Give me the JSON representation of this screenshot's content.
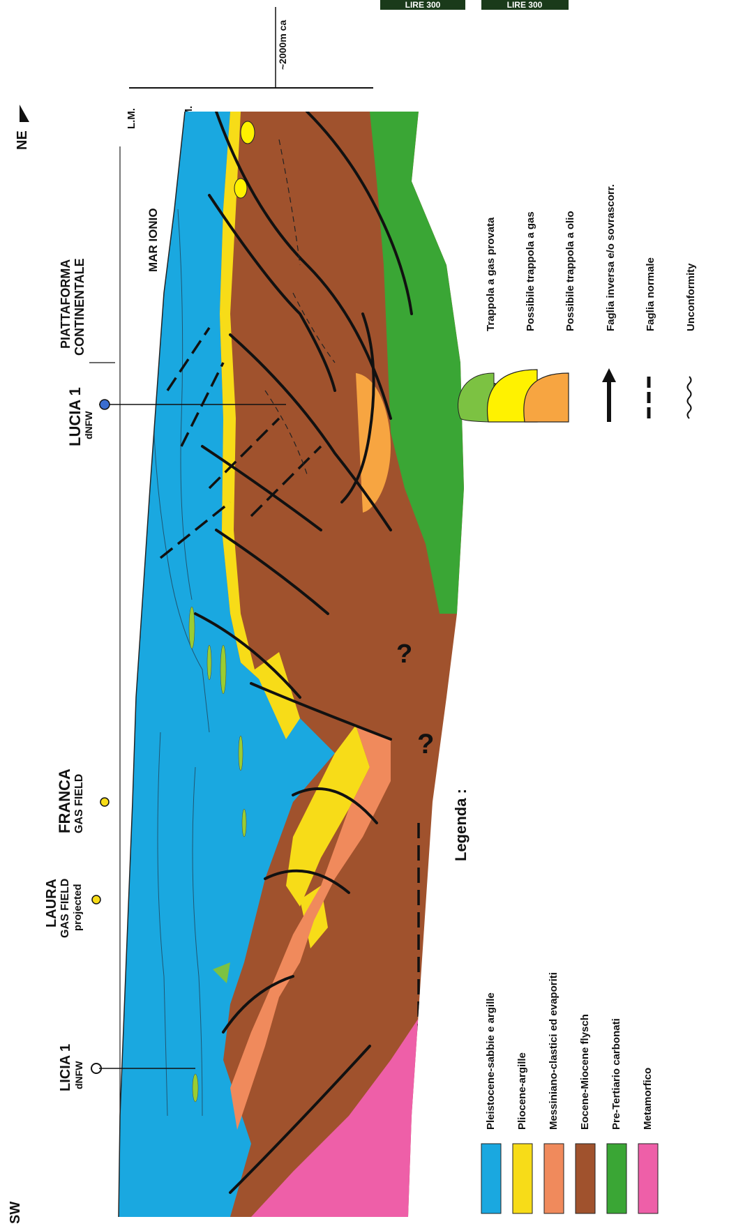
{
  "direction": {
    "sw": "SW",
    "ne": "NE"
  },
  "scale": {
    "label": "~2000m ca"
  },
  "levels": {
    "lm": "L.M.",
    "fm": "F.M."
  },
  "sea": {
    "label": "MAR IONIO"
  },
  "platform": {
    "line1": "PIATTAFORMA",
    "line2": "CONTINENTALE"
  },
  "wells": [
    {
      "name": "LICIA 1",
      "sub": "dNFW"
    },
    {
      "name": "LAURA",
      "sub": "GAS FIELD",
      "sub2": "projected"
    },
    {
      "name": "FRANCA",
      "sub": "GAS FIELD"
    },
    {
      "name": "LUCIA 1",
      "sub": "dNFW"
    }
  ],
  "stamps": [
    "LIRE 300",
    "LIRE 300"
  ],
  "question_marks": [
    "?",
    "?"
  ],
  "legend": {
    "title": "Legenda :",
    "units": [
      {
        "label": "Pleistocene-sabbie e argille",
        "color": "#1aa8e0"
      },
      {
        "label": "Pliocene-argille",
        "color": "#f7dc18"
      },
      {
        "label": "Messiniano-clastici ed evaporiti",
        "color": "#f08a5c"
      },
      {
        "label": "Eocene-Miocene flysch",
        "color": "#a0522d"
      },
      {
        "label": "Pre-Tertiario carbonati",
        "color": "#3aa635"
      },
      {
        "label": "Metamorfico",
        "color": "#ee5fa8"
      }
    ],
    "symbols": [
      {
        "label": "Trappola a gas provata",
        "icon": "green-trap-icon",
        "color": "#7cc242"
      },
      {
        "label": "Possibile trappola a gas",
        "icon": "yellow-trap-icon",
        "color": "#fff200"
      },
      {
        "label": "Possibile trappola a olio",
        "icon": "orange-trap-icon",
        "color": "#f7a541"
      },
      {
        "label": "Faglia inversa e/o sovrascorr.",
        "icon": "thrust-fault-icon"
      },
      {
        "label": "Faglia normale",
        "icon": "normal-fault-icon"
      },
      {
        "label": "Unconformity",
        "icon": "unconformity-icon"
      }
    ]
  }
}
